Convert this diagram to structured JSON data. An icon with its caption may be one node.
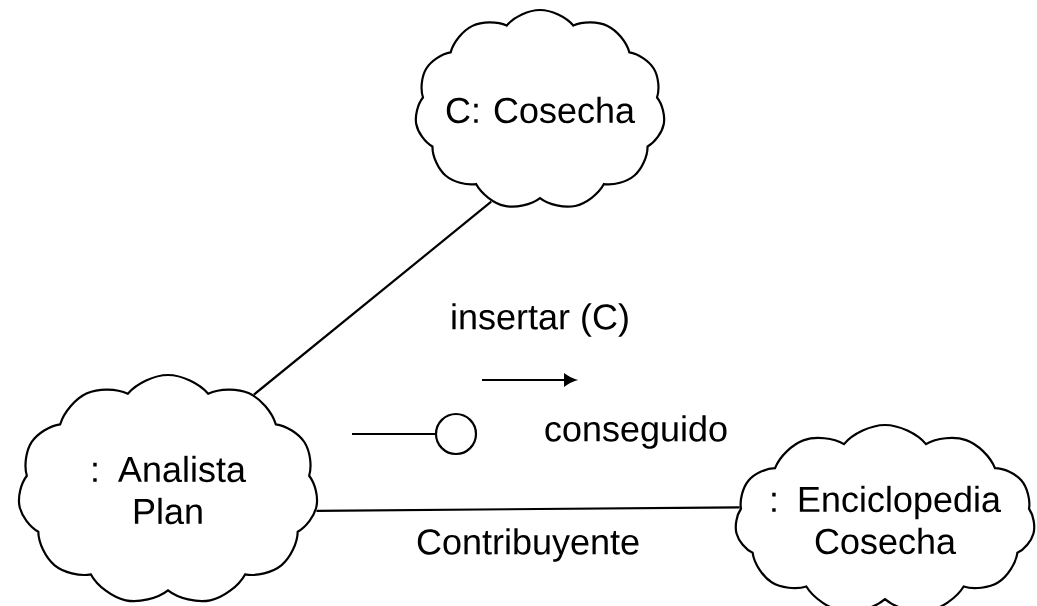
{
  "diagram": {
    "nodes": [
      {
        "text": [
          "C: Cosecha"
        ]
      },
      {
        "text": [
          ": Analista Plan"
        ]
      },
      {
        "text": [
          ": Enciclopedia Cosecha"
        ]
      }
    ],
    "edges": [
      {
        "from": 0,
        "to": 1,
        "arrow": "none"
      },
      {
        "from": 1,
        "to": 2,
        "arrow": "none",
        "label": "Contribuyente"
      }
    ],
    "labels": [
      "insertar (C)",
      "conseguido"
    ]
  }
}
